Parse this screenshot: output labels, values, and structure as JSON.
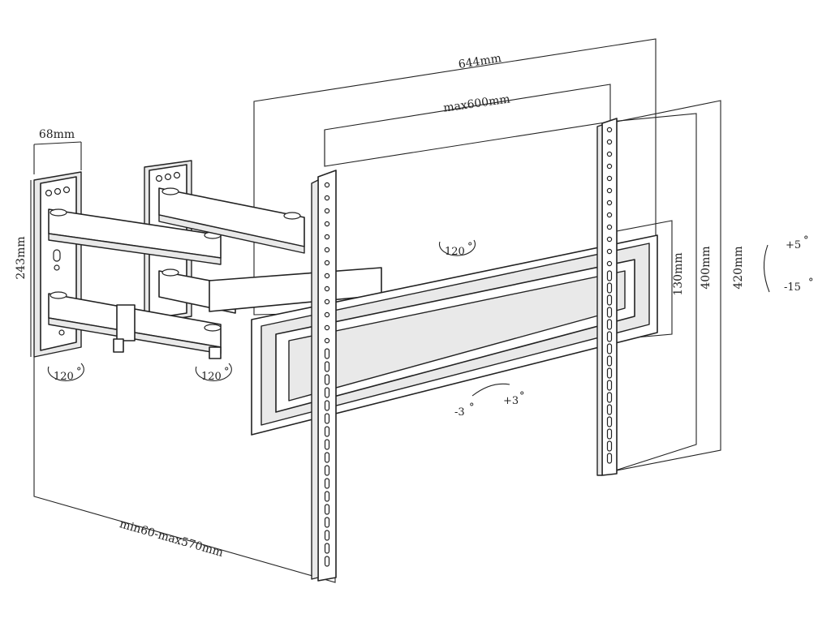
{
  "dimensions": {
    "plate_width": "68mm",
    "plate_height": "243mm",
    "outer_width": "644mm",
    "vesa_width": "max600mm",
    "arm_height": "130mm",
    "vesa_height": "400mm",
    "outer_height": "420mm",
    "extension": "min60-max570mm"
  },
  "angles": {
    "wall_swivel": "120",
    "arm_swivel": "120",
    "bracket_swivel": "120",
    "level_minus": "-3",
    "level_plus": "+3",
    "tilt_up": "+5",
    "tilt_down": "-15",
    "degree_symbol": "°"
  }
}
